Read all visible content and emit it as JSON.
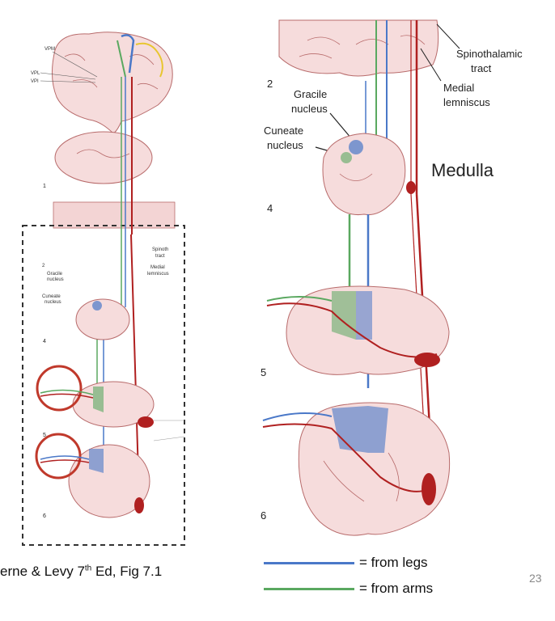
{
  "left_panel": {
    "top_labels": [
      "VPM",
      "VPL",
      "VPI"
    ],
    "numbers": [
      "1",
      "2",
      "4",
      "5",
      "6"
    ],
    "tract_labels": [
      "Spinoth tract",
      "Medial lemniscus"
    ],
    "nucleus_labels": [
      "Gracile nucleus",
      "Cuneate nucleus"
    ]
  },
  "right_panel": {
    "spinothalamic": "Spinothalamic tract",
    "medial_lemniscus": "Medial lemniscus",
    "gracile": "Gracile nucleus",
    "cuneate": "Cuneate nucleus",
    "region_title": "Medulla",
    "numbers": [
      "2",
      "4",
      "5",
      "6"
    ]
  },
  "caption_prefix": "erne & Levy 7",
  "caption_sup": "th",
  "caption_suffix": " Ed, Fig 7.1",
  "legend": [
    {
      "label": "= from legs",
      "color": "#4a78c8"
    },
    {
      "label": "= from arms",
      "color": "#5aa860"
    }
  ],
  "slide_number": "23",
  "colors": {
    "tissue_fill": "#f6dcdc",
    "tissue_stroke": "#b86b6b",
    "tract_red": "#b02020",
    "tract_blue": "#4a78c8",
    "tract_green": "#5aa860",
    "circle_red": "#c0392b"
  }
}
